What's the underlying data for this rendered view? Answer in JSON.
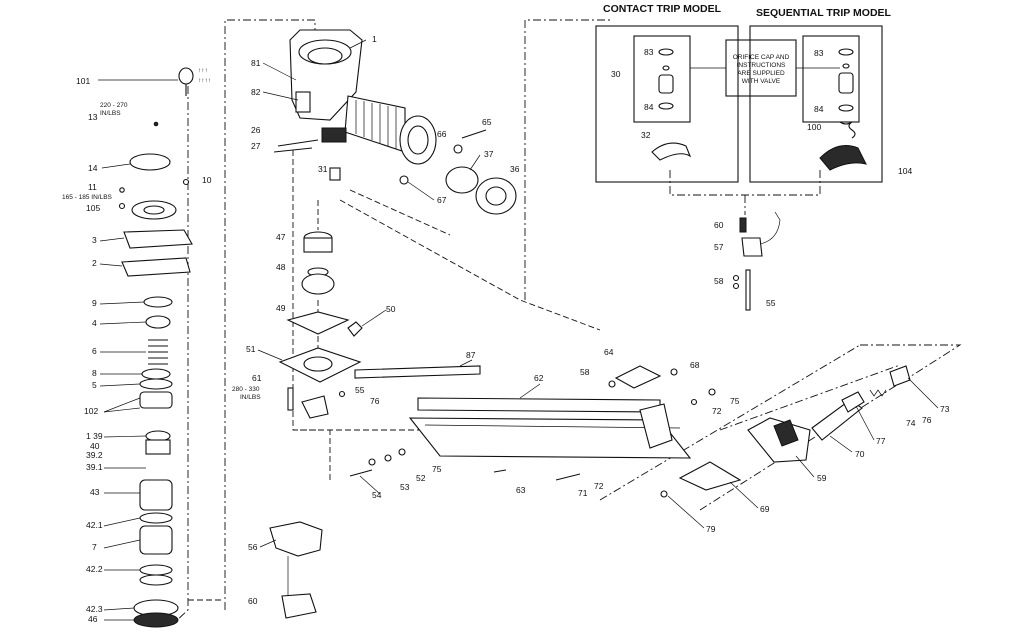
{
  "headers": {
    "contact": "CONTACT TRIP MODEL",
    "sequential": "SEQUENTIAL TRIP MODEL"
  },
  "note": [
    "ORIFICE CAP AND",
    "INSTRUCTIONS",
    "ARE SUPPLIED",
    "WITH VALVE"
  ],
  "torque": {
    "t13a": "220 - 270",
    "t13b": "IN/LBS",
    "t11": "165 - 185 IN/LBS",
    "t61a": "280 - 330",
    "t61b": "IN/LBS"
  },
  "labels": {
    "p1": "1",
    "p81": "81",
    "p82": "82",
    "p26": "26",
    "p27": "27",
    "p31": "31",
    "p65": "65",
    "p66": "66",
    "p37": "37",
    "p36": "36",
    "p67": "67",
    "p101": "101",
    "p13": "13",
    "p14": "14",
    "p10": "10",
    "p11": "11",
    "p105": "105",
    "p3": "3",
    "p2": "2",
    "p9": "9",
    "p4": "4",
    "p6": "6",
    "p8": "8",
    "p5": "5",
    "p102": "102",
    "p139": "1 39",
    "p40": "40",
    "p392": "39.2",
    "p391": "39.1",
    "p43": "43",
    "p421": "42.1",
    "p7": "7",
    "p422": "42.2",
    "p423": "42.3",
    "p46": "46",
    "p47": "47",
    "p48": "48",
    "p49": "49",
    "p50": "50",
    "p51": "51",
    "p61": "61",
    "p55": "55",
    "p76": "76",
    "p87": "87",
    "p62": "62",
    "p64": "64",
    "p58": "58",
    "p68": "68",
    "p75a": "75",
    "p72a": "72",
    "p73": "73",
    "p74": "74",
    "p76b": "76",
    "p77": "77",
    "p70": "70",
    "p59": "59",
    "p69": "69",
    "p79": "79",
    "p53a": "53",
    "p52": "52",
    "p75b": "75",
    "p54": "54",
    "p63": "63",
    "p71": "71",
    "p72b": "72",
    "p56": "56",
    "p60": "60",
    "p30": "30",
    "p83a": "83",
    "p84a": "84",
    "p32": "32",
    "p83b": "83",
    "p84b": "84",
    "p100": "100",
    "p104": "104",
    "p60b": "60",
    "p57": "57",
    "p58b": "58",
    "p55b": "55"
  },
  "colors": {
    "line": "#111111",
    "paper": "#ffffff"
  }
}
